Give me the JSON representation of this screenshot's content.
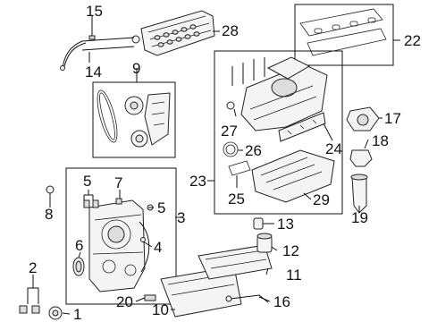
{
  "diagram": {
    "callouts": {
      "n1": "1",
      "n2": "2",
      "n3": "3",
      "n4": "4",
      "n5a": "5",
      "n5b": "5",
      "n6": "6",
      "n7": "7",
      "n8": "8",
      "n9": "9",
      "n10": "10",
      "n11": "11",
      "n12": "12",
      "n13": "13",
      "n14": "14",
      "n15": "15",
      "n16": "16",
      "n17": "17",
      "n18": "18",
      "n19": "19",
      "n20": "20",
      "n22": "22",
      "n23": "23",
      "n24": "24",
      "n25": "25",
      "n26": "26",
      "n27": "27",
      "n28": "28",
      "n29": "29"
    }
  }
}
